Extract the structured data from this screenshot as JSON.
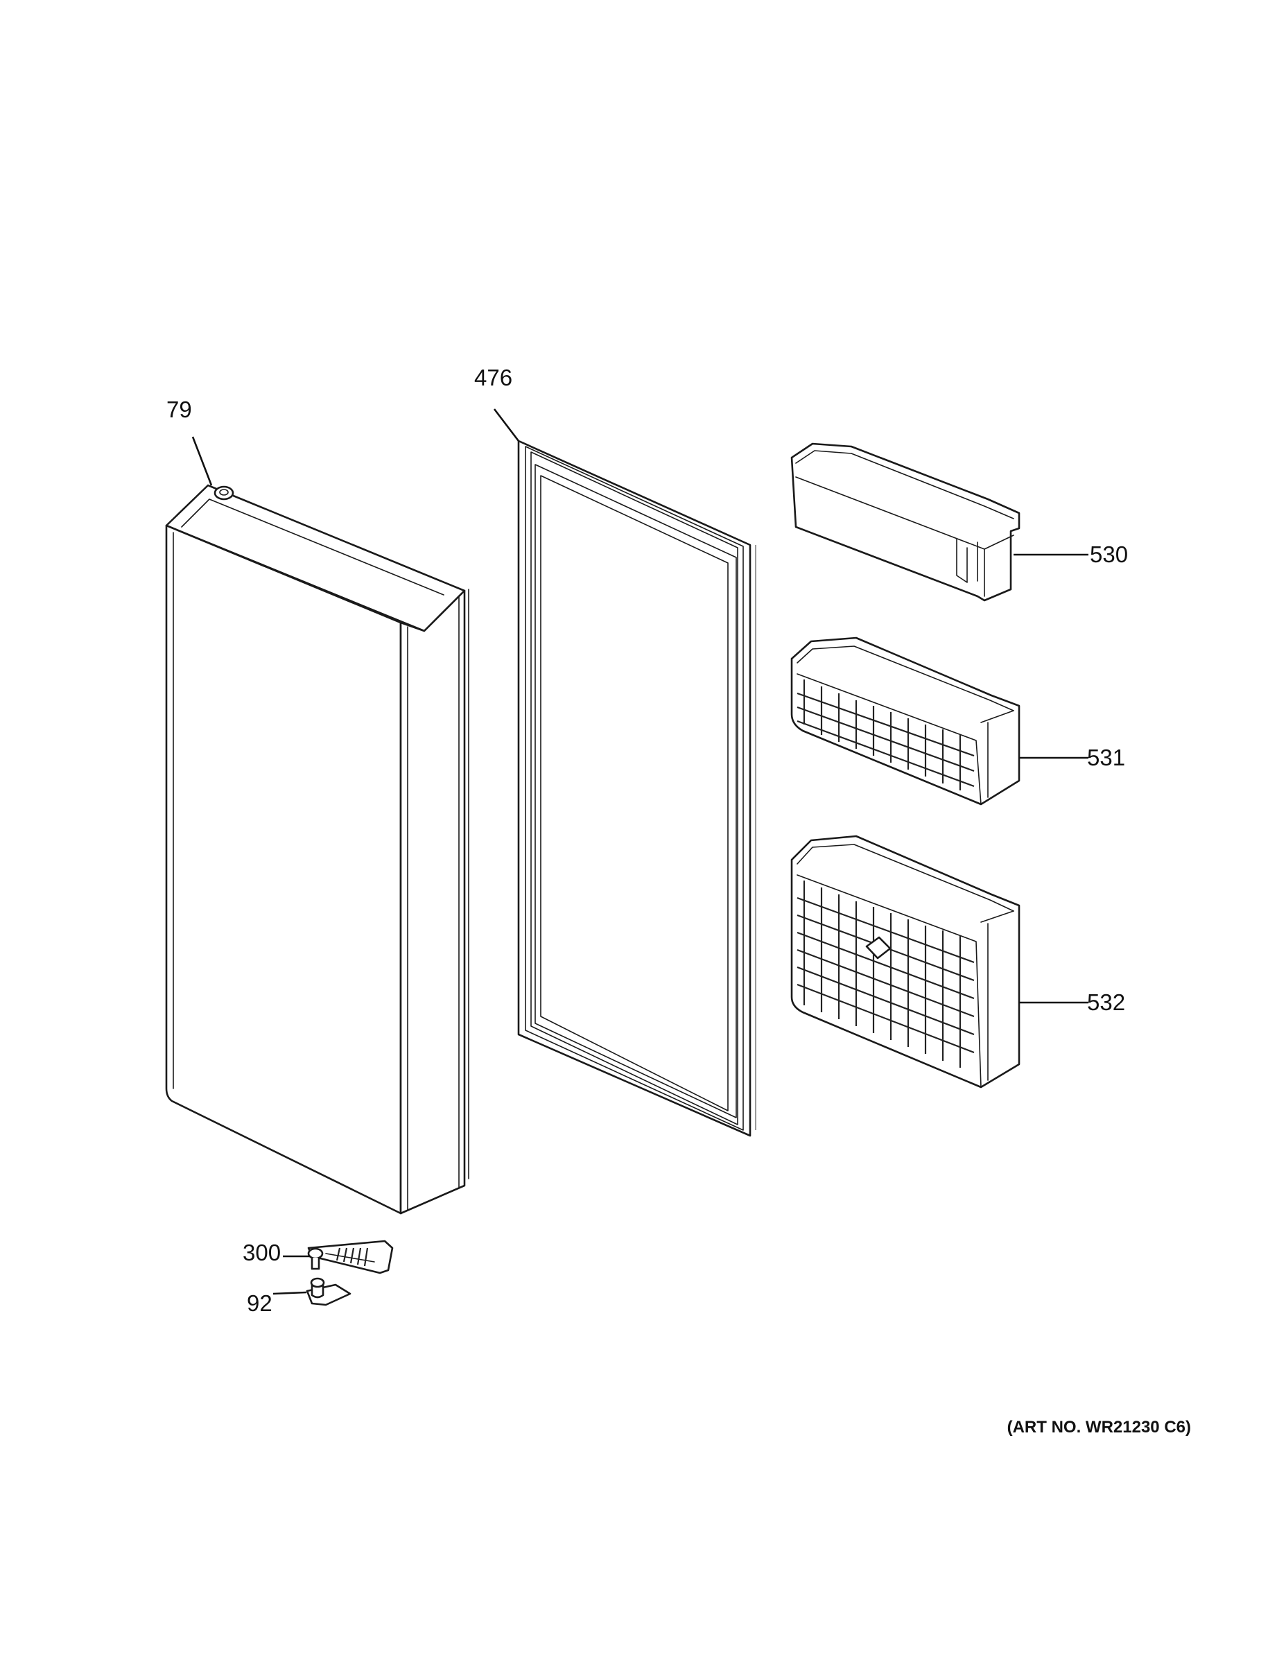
{
  "callouts": {
    "door": "79",
    "gasket": "476",
    "bin_small": "530",
    "bin_medium": "531",
    "bin_large": "532",
    "hinge": "300",
    "hinge_bracket": "92"
  },
  "art_number": "(ART NO. WR21230 C6)"
}
